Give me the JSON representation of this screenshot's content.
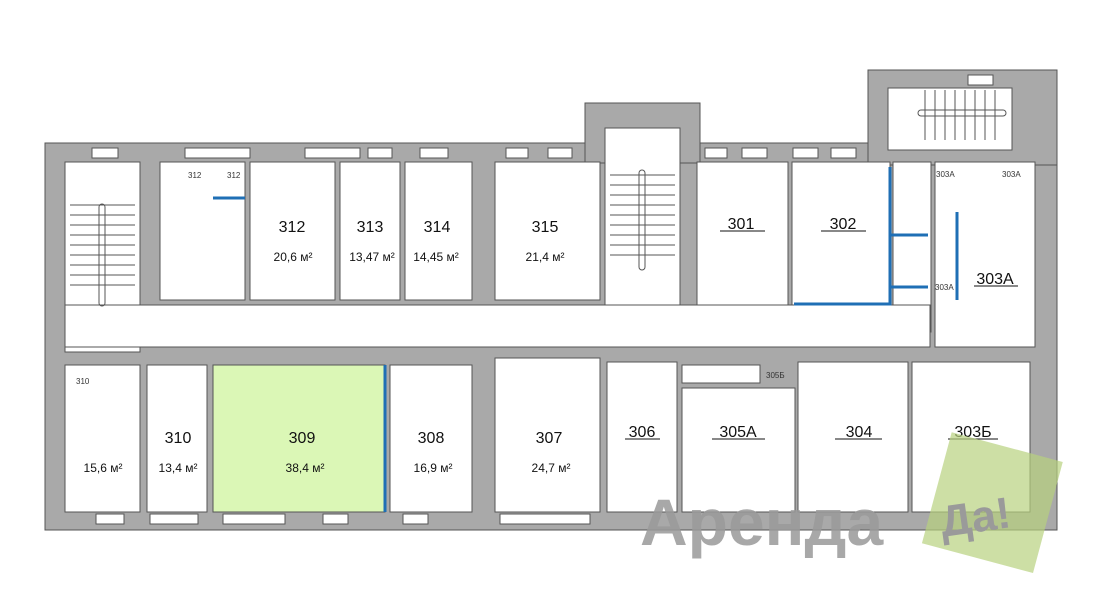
{
  "plan": {
    "colors": {
      "wall": "#a9a9a9",
      "wall_outline": "#555555",
      "selected_room": "#dbf7b6",
      "plumbing": "#1f6fb5"
    },
    "rooms_top": [
      {
        "id": "312",
        "area": "20,6 м²"
      },
      {
        "id": "313",
        "area": "13,47 м²"
      },
      {
        "id": "314",
        "area": "14,45 м²"
      },
      {
        "id": "315",
        "area": "21,4 м²"
      },
      {
        "id": "301"
      },
      {
        "id": "302"
      },
      {
        "id": "303А"
      }
    ],
    "rooms_bottom": [
      {
        "id": "310",
        "area": "15,6 м²",
        "small_label": "310"
      },
      {
        "id": "310",
        "area": "13,4 м²"
      },
      {
        "id": "309",
        "area": "38,4 м²",
        "selected": true
      },
      {
        "id": "308",
        "area": "16,9 м²"
      },
      {
        "id": "307",
        "area": "24,7 м²"
      },
      {
        "id": "306"
      },
      {
        "id": "305А"
      },
      {
        "id": "304"
      },
      {
        "id": "303Б"
      }
    ],
    "small_labels": {
      "wc1": "312",
      "wc2": "312",
      "a1": "303А",
      "a2": "303А",
      "a3": "303А",
      "b1": "305Б"
    }
  },
  "watermark": {
    "text1": "Аренда",
    "text2": "Да!"
  }
}
